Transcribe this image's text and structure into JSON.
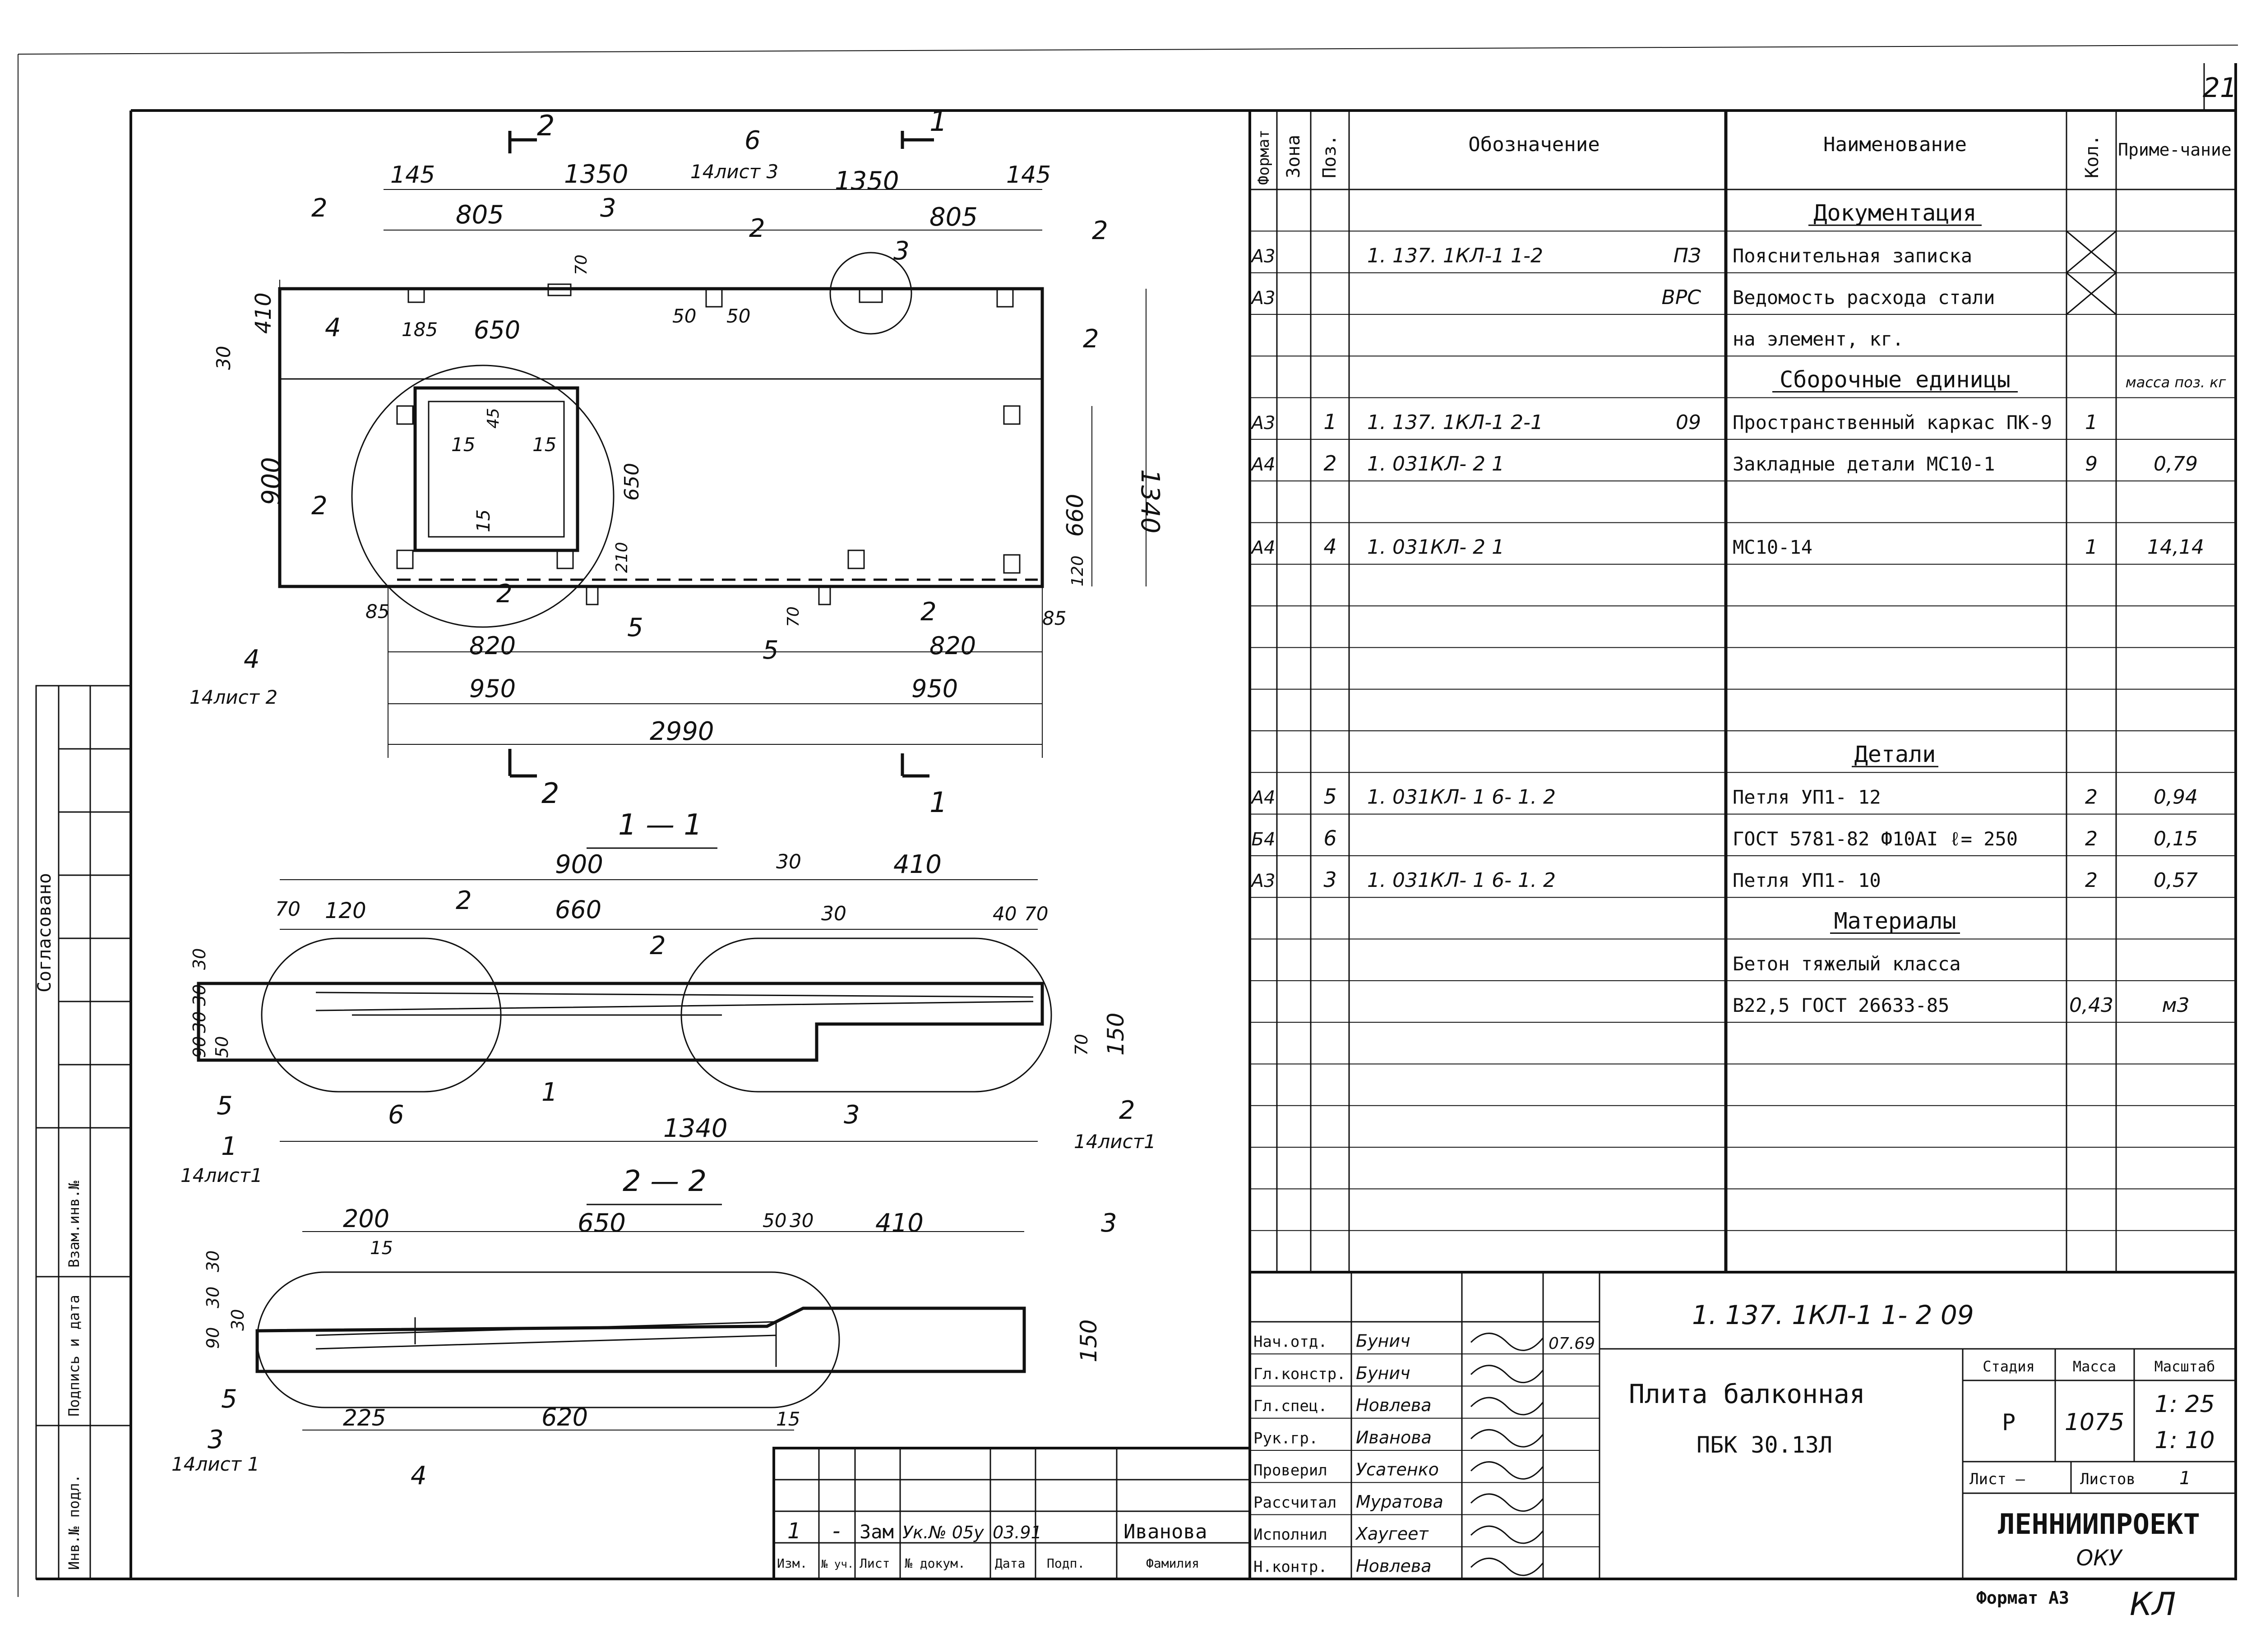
{
  "sheet_number": "21",
  "plan": {
    "section_marks": [
      "2",
      "1",
      "2",
      "1"
    ],
    "dims_top": [
      "145",
      "1350",
      "1350",
      "145"
    ],
    "dims_second": [
      "805",
      "805"
    ],
    "leader_ref_6": "6",
    "leader_ref_6_sheet": "14лист 3",
    "pos_labels": [
      "2",
      "3",
      "2",
      "3",
      "2",
      "4",
      "2",
      "2",
      "2",
      "5",
      "5",
      "2",
      "4"
    ],
    "small_dims": [
      "70",
      "50",
      "50",
      "185",
      "650",
      "30",
      "410",
      "900",
      "15",
      "15",
      "15",
      "45",
      "650",
      "1340",
      "660",
      "210",
      "120",
      "70",
      "85",
      "85"
    ],
    "bottom_dims": [
      "820",
      "820",
      "950",
      "950",
      "2990"
    ],
    "ref_4_sheet": "14лист 2"
  },
  "section_1": {
    "title": "1 — 1",
    "dims": [
      "900",
      "30",
      "410",
      "70",
      "120",
      "660",
      "30",
      "40",
      "70",
      "30",
      "30",
      "30",
      "90",
      "50",
      "70",
      "150",
      "1340"
    ],
    "labels": [
      "2",
      "2",
      "1",
      "6",
      "3",
      "5",
      "1",
      "2"
    ],
    "refs": [
      "14лист1",
      "14лист1"
    ]
  },
  "section_2": {
    "title": "2 — 2",
    "dims": [
      "200",
      "650",
      "50",
      "30",
      "410",
      "15",
      "30",
      "30",
      "90",
      "30",
      "150",
      "225",
      "620",
      "15"
    ],
    "labels": [
      "3",
      "4",
      "5",
      "3"
    ],
    "refs": [
      "14лист 1"
    ]
  },
  "spec_table": {
    "headers": [
      "Формат",
      "Зона",
      "Поз.",
      "Обозначение",
      "Наименование",
      "Кол.",
      "Приме-чание"
    ],
    "rows": [
      {
        "format": "",
        "zone": "",
        "pos": "",
        "designation": "",
        "name": "Документация",
        "qty": "",
        "note": "",
        "section": true
      },
      {
        "format": "А3",
        "zone": "",
        "pos": "",
        "designation": "1. 137. 1КЛ-1   1-2",
        "code": "ПЗ",
        "name": "Пояснительная записка",
        "qty": "",
        "note": "",
        "crossed": true
      },
      {
        "format": "А3",
        "zone": "",
        "pos": "",
        "designation": "",
        "code": "ВРС",
        "name": "Ведомость расхода стали",
        "qty": "",
        "note": "",
        "crossed": true
      },
      {
        "format": "",
        "zone": "",
        "pos": "",
        "designation": "",
        "code": "",
        "name": "на элемент, кг.",
        "qty": "",
        "note": ""
      },
      {
        "format": "",
        "zone": "",
        "pos": "",
        "designation": "",
        "code": "",
        "name": "Сборочные единицы",
        "qty": "",
        "note": "масса поз. кг",
        "section": true
      },
      {
        "format": "А3",
        "zone": "",
        "pos": "1",
        "designation": "1. 137. 1КЛ-1   2-1",
        "code": "09",
        "name": "Пространственный каркас ПК-9",
        "qty": "1",
        "note": ""
      },
      {
        "format": "А4",
        "zone": "",
        "pos": "2",
        "designation": "1. 031КЛ- 2   1",
        "code": "",
        "name": "Закладные детали МС10-1",
        "qty": "9",
        "note": "0,79"
      },
      {
        "format": "",
        "zone": "",
        "pos": "",
        "designation": "",
        "code": "",
        "name": "",
        "qty": "",
        "note": ""
      },
      {
        "format": "А4",
        "zone": "",
        "pos": "4",
        "designation": "1. 031КЛ- 2   1",
        "code": "",
        "name": "МС10-14",
        "qty": "1",
        "note": "14,14"
      },
      {
        "format": "",
        "zone": "",
        "pos": "",
        "designation": "",
        "code": "",
        "name": "",
        "qty": "",
        "note": ""
      },
      {
        "format": "",
        "zone": "",
        "pos": "",
        "designation": "",
        "code": "",
        "name": "",
        "qty": "",
        "note": ""
      },
      {
        "format": "",
        "zone": "",
        "pos": "",
        "designation": "",
        "code": "",
        "name": "",
        "qty": "",
        "note": ""
      },
      {
        "format": "",
        "zone": "",
        "pos": "",
        "designation": "",
        "code": "",
        "name": "",
        "qty": "",
        "note": ""
      },
      {
        "format": "",
        "zone": "",
        "pos": "",
        "designation": "",
        "code": "",
        "name": "Детали",
        "qty": "",
        "note": "",
        "section": true
      },
      {
        "format": "А4",
        "zone": "",
        "pos": "5",
        "designation": "1. 031КЛ- 1   6- 1. 2",
        "code": "",
        "name": "Петля          УП1- 12",
        "qty": "2",
        "note": "0,94"
      },
      {
        "format": "Б4",
        "zone": "",
        "pos": "6",
        "designation": "",
        "code": "",
        "name": "ГОСТ 5781-82  Ф10АI ℓ= 250",
        "qty": "2",
        "note": "0,15"
      },
      {
        "format": "А3",
        "zone": "",
        "pos": "3",
        "designation": "1. 031КЛ- 1   6- 1. 2",
        "code": "",
        "name": "Петля          УП1- 10",
        "qty": "2",
        "note": "0,57"
      },
      {
        "format": "",
        "zone": "",
        "pos": "",
        "designation": "",
        "code": "",
        "name": "Материалы",
        "qty": "",
        "note": "",
        "section": true
      },
      {
        "format": "",
        "zone": "",
        "pos": "",
        "designation": "",
        "code": "",
        "name": "Бетон тяжелый класса",
        "qty": "",
        "note": ""
      },
      {
        "format": "",
        "zone": "",
        "pos": "",
        "designation": "",
        "code": "",
        "name": "В22,5 ГОСТ 26633-85",
        "qty": "0,43",
        "note": "м3"
      },
      {
        "format": "",
        "zone": "",
        "pos": "",
        "designation": "",
        "code": "",
        "name": "",
        "qty": "",
        "note": ""
      },
      {
        "format": "",
        "zone": "",
        "pos": "",
        "designation": "",
        "code": "",
        "name": "",
        "qty": "",
        "note": ""
      },
      {
        "format": "",
        "zone": "",
        "pos": "",
        "designation": "",
        "code": "",
        "name": "",
        "qty": "",
        "note": ""
      },
      {
        "format": "",
        "zone": "",
        "pos": "",
        "designation": "",
        "code": "",
        "name": "",
        "qty": "",
        "note": ""
      },
      {
        "format": "",
        "zone": "",
        "pos": "",
        "designation": "",
        "code": "",
        "name": "",
        "qty": "",
        "note": ""
      },
      {
        "format": "",
        "zone": "",
        "pos": "",
        "designation": "",
        "code": "",
        "name": "",
        "qty": "",
        "note": ""
      }
    ]
  },
  "title_block": {
    "document_code": "1. 137. 1КЛ-1      1- 2      09",
    "title_line1": "Плита балконная",
    "title_line2": "ПБК 30.13Л",
    "stage_header": "Стадия",
    "mass_header": "Масса",
    "scale_header": "Масштаб",
    "stage": "Р",
    "mass": "1075",
    "scale_1": "1: 25",
    "scale_2": "1: 10",
    "sheet_label": "Лист –",
    "sheets_label": "Листов",
    "sheets_count": "1",
    "organization": "ЛЕННИИПРОЕКТ",
    "department": "ОКУ",
    "format_label": "Формат А3",
    "format_mark": "КЛ",
    "date_code": "07.69",
    "signers": [
      {
        "role": "Нач.отд.",
        "name": "Бунич"
      },
      {
        "role": "Гл.констр.",
        "name": "Бунич"
      },
      {
        "role": "Гл.спец.",
        "name": "Новлева"
      },
      {
        "role": "Рук.гр.",
        "name": "Иванова"
      },
      {
        "role": "Проверил",
        "name": "Усатенко"
      },
      {
        "role": "Рассчитал",
        "name": "Муратова"
      },
      {
        "role": "Исполнил",
        "name": "Хаугеет"
      },
      {
        "role": "Н.контр.",
        "name": "Новлева"
      }
    ],
    "revision": {
      "num": "1",
      "dash": "-",
      "type": "Зам",
      "doc": "Ук.№ 05у",
      "date": "03.91",
      "name": "Иванова"
    },
    "revision_headers": [
      "Изм.",
      "№ уч.",
      "Лист",
      "№ докум.",
      "Дата",
      "Подп.",
      "Фамилия"
    ]
  },
  "side_stamp": {
    "agreed": "Согласовано",
    "cells": [
      "Инв.№ подл.",
      "Подпись и дата",
      "Взам.инв.№"
    ]
  }
}
